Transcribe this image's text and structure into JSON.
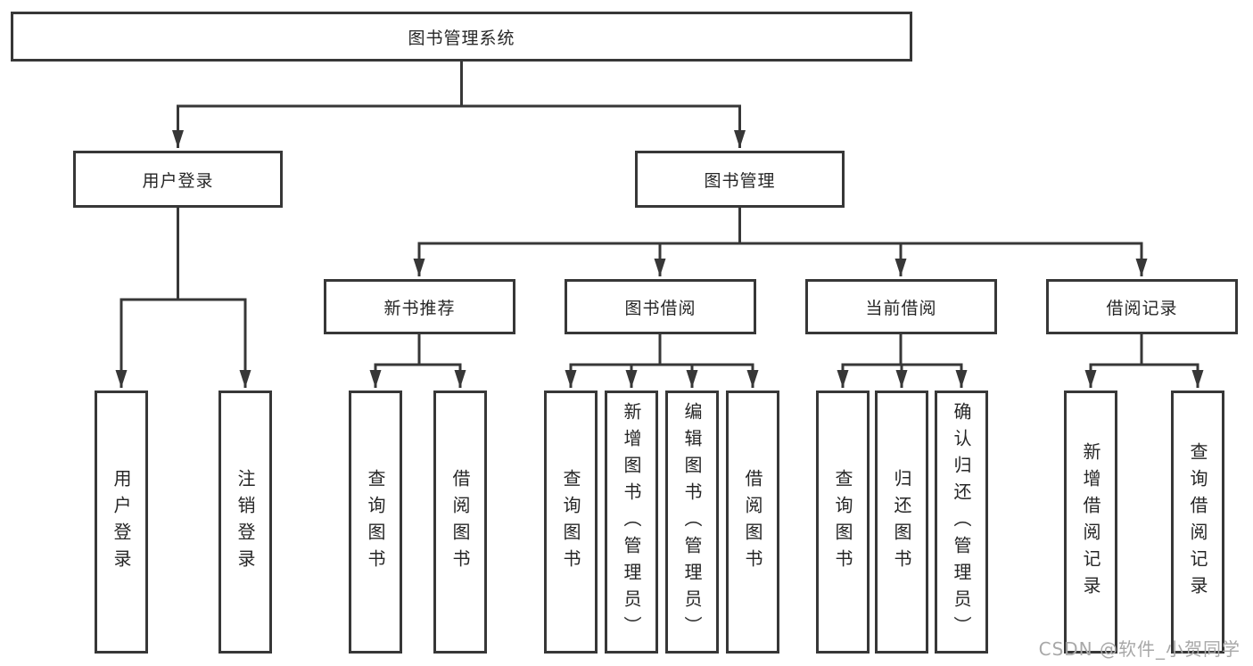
{
  "diagram": {
    "root": {
      "label": "图书管理系统"
    },
    "branches": [
      {
        "label": "用户登录",
        "children": [
          {
            "label": "用户登录"
          },
          {
            "label": "注销登录"
          }
        ]
      },
      {
        "label": "图书管理",
        "children": [
          {
            "label": "新书推荐",
            "children": [
              {
                "label": "查询图书"
              },
              {
                "label": "借阅图书"
              }
            ]
          },
          {
            "label": "图书借阅",
            "children": [
              {
                "label": "查询图书"
              },
              {
                "label": "新增图书（管理员）"
              },
              {
                "label": "编辑图书（管理员）"
              },
              {
                "label": "借阅图书"
              }
            ]
          },
          {
            "label": "当前借阅",
            "children": [
              {
                "label": "查询图书"
              },
              {
                "label": "归还图书"
              },
              {
                "label": "确认归还（管理员）"
              }
            ]
          },
          {
            "label": "借阅记录",
            "children": [
              {
                "label": "新增借阅记录"
              },
              {
                "label": "查询借阅记录"
              }
            ]
          }
        ]
      }
    ]
  },
  "watermark": {
    "text": "CSDN @软件_小贺同学"
  },
  "colors": {
    "line": "#373737",
    "border": "#373737",
    "text": "#262626",
    "watermark": "#a8a8a8",
    "background": "#ffffff"
  }
}
